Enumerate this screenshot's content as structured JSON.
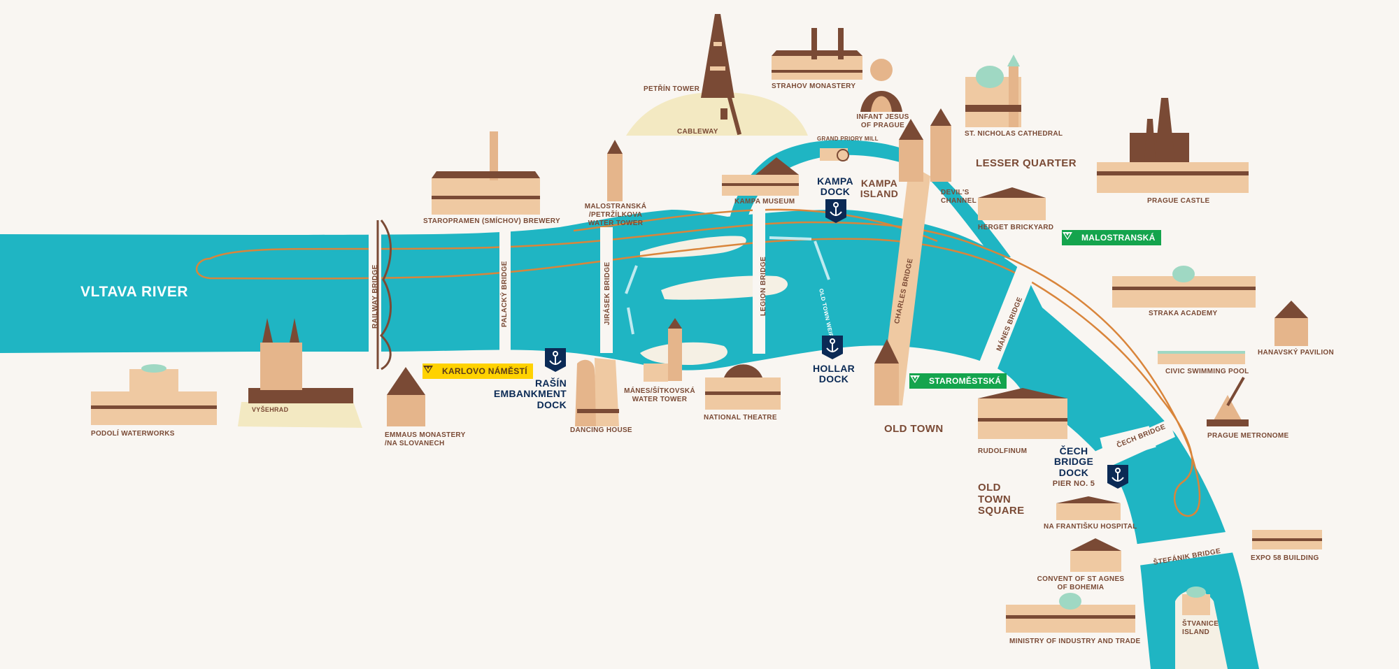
{
  "colors": {
    "background": "#f9f6f2",
    "river": "#1fb5c3",
    "river_route": "#d9853b",
    "island": "#f5f0e4",
    "building_dark": "#7a4a35",
    "building_light": "#e5b58b",
    "park": "#f3e9c2",
    "dock_navy": "#0b2a55",
    "metro_green": "#14a44d",
    "metro_yellow": "#ffd200"
  },
  "river": {
    "name": "VLTAVA RIVER"
  },
  "districts": {
    "lesser_quarter": "LESSER QUARTER",
    "old_town": "OLD TOWN",
    "old_town_square": [
      "OLD",
      "TOWN",
      "SQUARE"
    ],
    "kampa_island": [
      "KAMPA",
      "ISLAND"
    ]
  },
  "bridges": {
    "railway": "RAILWAY BRIDGE",
    "palacky": "PALACKÝ BRIDGE",
    "jirasek": "JIRÁSEK BRIDGE",
    "legion": "LEGION BRIDGE",
    "charles": "CHARLES BRIDGE",
    "manes": "MÁNES BRIDGE",
    "cech": "ČECH BRIDGE",
    "stefanik": "ŠTEFÁNIK BRIDGE"
  },
  "other_labels": {
    "old_town_weir": "OLD TOWN WEIR"
  },
  "docks": {
    "kampa": [
      "KAMPA",
      "DOCK"
    ],
    "hollar": [
      "HOLLAR",
      "DOCK"
    ],
    "rasin": [
      "RAŠÍN",
      "EMBANKMENT",
      "DOCK"
    ],
    "cech": [
      "ČECH",
      "BRIDGE",
      "DOCK"
    ],
    "cech_pier": "PIER NO. 5"
  },
  "metro": {
    "karlovo": "KARLOVO NÁMĚSTÍ",
    "malostranska": "MALOSTRANSKÁ",
    "staromestska": "STAROMĚSTSKÁ"
  },
  "landmarks": {
    "petrin_tower": "PETŘÍN TOWER",
    "cableway": "CABLEWAY",
    "strahov": "STRAHOV MONASTERY",
    "infant_jesus": [
      "INFANT JESUS",
      "OF PRAGUE"
    ],
    "grand_priory_mill": "GRAND PRIORY MILL",
    "st_nicholas": "ST. NICHOLAS CATHEDRAL",
    "prague_castle": "PRAGUE CASTLE",
    "devils_channel": [
      "DEVIL'S",
      "CHANNEL"
    ],
    "herget": "HERGET BRICKYARD",
    "kampa_museum": "KAMPA MUSEUM",
    "staropramen": "STAROPRAMEN (SMÍCHOV) BREWERY",
    "malostranska_tower": [
      "MALOSTRANSKÁ",
      "/PETRŽÍLKOVA",
      "WATER TOWER"
    ],
    "straka": "STRAKA ACADEMY",
    "hanavsky": "HANAVSKÝ PAVILION",
    "civic_pool": "CIVIC SWIMMING POOL",
    "metronome": "PRAGUE METRONOME",
    "podoli": "PODOLÍ WATERWORKS",
    "vysehrad": "VYŠEHRAD",
    "emmaus": [
      "EMMAUS MONASTERY",
      "/NA SLOVANECH"
    ],
    "dancing_house": "DANCING HOUSE",
    "manes_tower": [
      "MÁNES/ŠÍTKOVSKÁ",
      "WATER TOWER"
    ],
    "national_theatre": "NATIONAL THEATRE",
    "rudolfinum": "RUDOLFINUM",
    "na_frantisku": "NA FRANTIŠKU HOSPITAL",
    "st_agnes": [
      "CONVENT OF ST AGNES",
      "OF BOHEMIA"
    ],
    "ministry": "MINISTRY OF INDUSTRY AND TRADE",
    "expo58": "EXPO 58 BUILDING",
    "stvanice": [
      "ŠTVANICE",
      "ISLAND"
    ]
  }
}
